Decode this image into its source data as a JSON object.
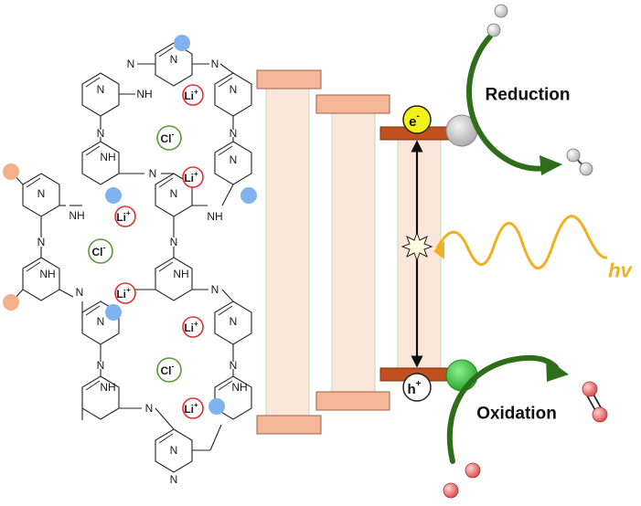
{
  "labels": {
    "reduction": "Reduction",
    "oxidation": "Oxidation",
    "hv": "hv",
    "electron": "e",
    "electron_sup": "-",
    "hole": "h",
    "hole_sup": "+"
  },
  "ions": {
    "lithium": "Li",
    "lithium_sup": "+",
    "chloride": "Cl",
    "chloride_sup": "-"
  },
  "atoms": {
    "nitrogen": "N",
    "amine": "NH"
  },
  "colors": {
    "lithium_ring": "#e03030",
    "chloride_ring": "#5a9a3a",
    "blue_node": "#7fb2ee",
    "orange_node": "#f4b08a",
    "layer_fill": "#fbe6dc",
    "layer_edge": "#b8e0b0",
    "bar_fill": "#f4b898",
    "band_bar": "#c0501e",
    "electron_fill": "#f4f01a",
    "hole_fill": "#ffffff",
    "reduction_arrow": "#2e6e1a",
    "light_wave": "#f0b020",
    "grey_molecule": "#d8d8d8",
    "red_molecule": "#e87070",
    "green_site": "#3cc040"
  }
}
